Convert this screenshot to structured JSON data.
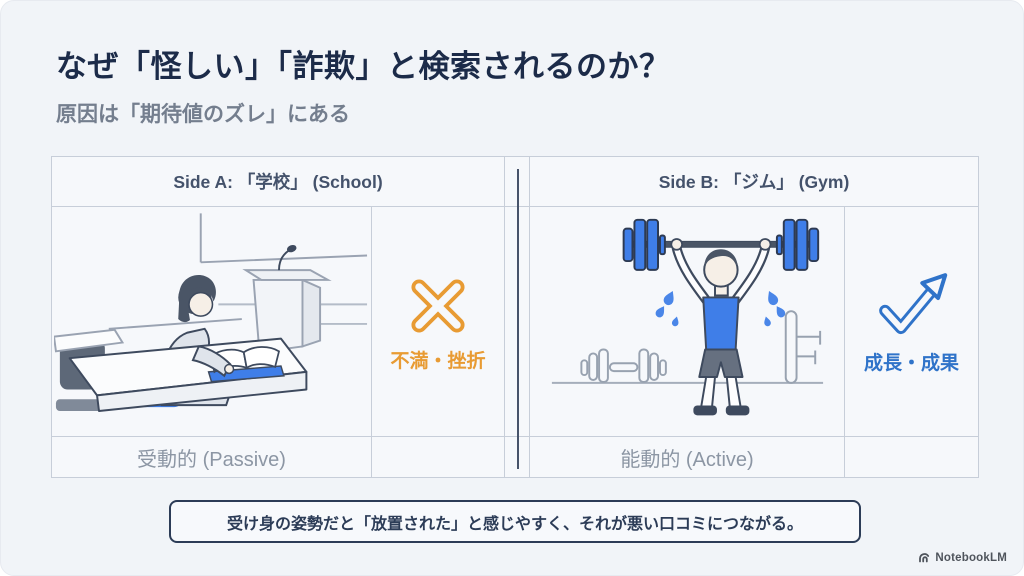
{
  "slide": {
    "title": "なぜ「怪しい」「詐欺」と検索されるのか？",
    "subtitle": "原因は「期待値のズレ」にある"
  },
  "comparison": {
    "side_a": {
      "header": "Side A: 「学校」 (School)",
      "illustration": "student-listening-in-classroom",
      "mark_icon": "cross-icon",
      "mark_label": "不満・挫折",
      "footer": "受動的 (Passive)"
    },
    "side_b": {
      "header": "Side B: 「ジム」 (Gym)",
      "illustration": "weightlifter-with-barbell-in-gym",
      "mark_icon": "check-growth-arrow-icon",
      "mark_label": "成長・成果",
      "footer": "能動的 (Active)"
    }
  },
  "callout": {
    "text": "受け身の姿勢だと「放置された」と感じやすく、それが悪い口コミにつながる。"
  },
  "watermark": {
    "label": "NotebookLM"
  },
  "colors": {
    "background": "#F1F4F8",
    "cell_background": "#F6F8FB",
    "table_border": "#C7CED9",
    "center_divider": "#47536A",
    "title_text": "#1C2B49",
    "subtitle_text": "#747E8E",
    "header_text": "#44526B",
    "footer_text": "#8C96A4",
    "negative_orange": "#E89B33",
    "positive_blue": "#2F73C9",
    "callout_border": "#2C3C57",
    "illustration_blue": "#3F7EE8",
    "outline_dark": "#3E4A5E"
  }
}
